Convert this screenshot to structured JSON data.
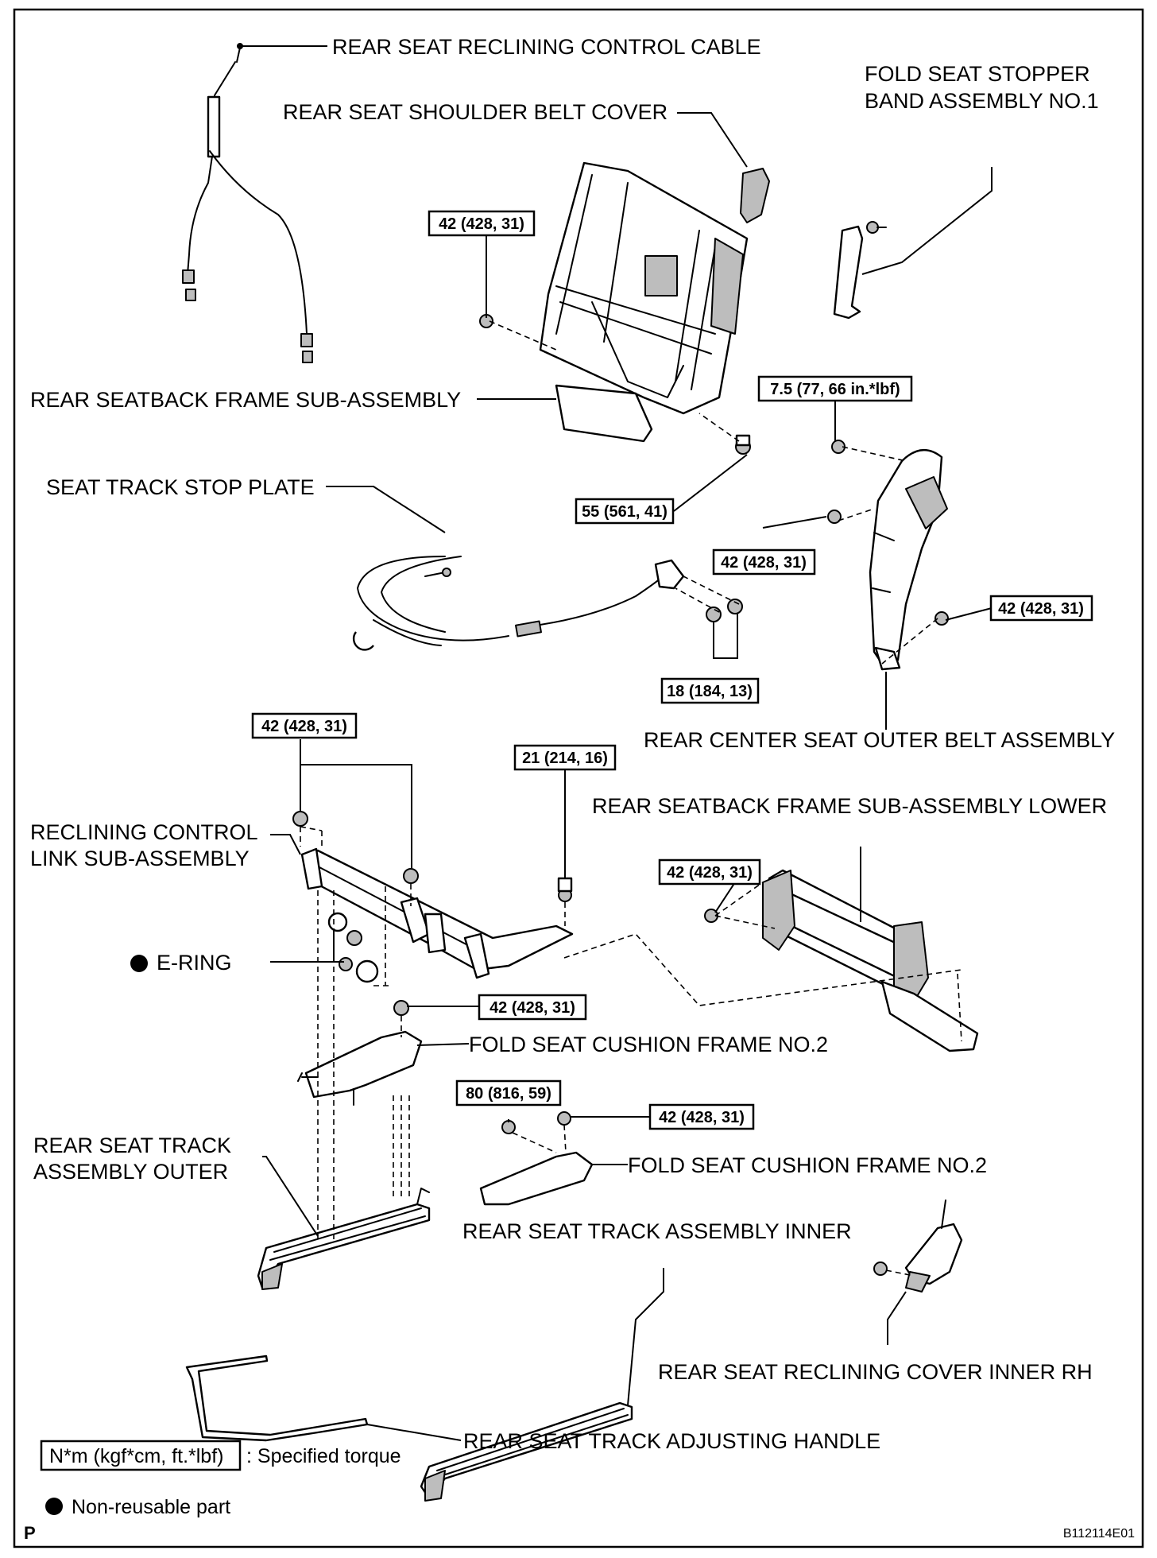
{
  "labels": {
    "rear_seat_reclining_control_cable": "REAR SEAT RECLINING CONTROL CABLE",
    "fold_seat_stopper_band_line1": "FOLD SEAT STOPPER",
    "fold_seat_stopper_band_line2": "BAND ASSEMBLY NO.1",
    "rear_seat_shoulder_belt_cover": "REAR SEAT SHOULDER BELT COVER",
    "rear_seatback_frame_sub_assembly": "REAR SEATBACK FRAME SUB-ASSEMBLY",
    "seat_track_stop_plate": "SEAT TRACK STOP PLATE",
    "rear_center_seat_outer_belt_assembly": "REAR CENTER SEAT OUTER BELT ASSEMBLY",
    "rear_seatback_frame_sub_assembly_lower": "REAR SEATBACK FRAME SUB-ASSEMBLY LOWER",
    "reclining_control_link_line1": "RECLINING CONTROL",
    "reclining_control_link_line2": "LINK SUB-ASSEMBLY",
    "e_ring": "E-RING",
    "fold_seat_cushion_frame_no2_upper": "FOLD SEAT CUSHION FRAME NO.2",
    "fold_seat_cushion_frame_no2_lower": "FOLD SEAT CUSHION FRAME NO.2",
    "rear_seat_track_outer_line1": "REAR SEAT TRACK",
    "rear_seat_track_outer_line2": "ASSEMBLY OUTER",
    "rear_seat_track_assembly_inner": "REAR SEAT TRACK ASSEMBLY INNER",
    "rear_seat_reclining_cover_inner_rh": "REAR SEAT RECLINING COVER INNER RH",
    "rear_seat_track_adjusting_handle": "REAR SEAT TRACK ADJUSTING HANDLE"
  },
  "torques": {
    "t1": "42 (428, 31)",
    "t2": "7.5 (77, 66 in.*lbf)",
    "t3": "55 (561, 41)",
    "t4": "42 (428, 31)",
    "t5": "42 (428, 31)",
    "t6": "18 (184, 13)",
    "t7": "42 (428, 31)",
    "t8": "21 (214, 16)",
    "t9": "42 (428, 31)",
    "t10": "42 (428, 31)",
    "t11": "80 (816, 59)",
    "t12": "42 (428, 31)"
  },
  "legend": {
    "torque_box": "N*m (kgf*cm, ft.*lbf)",
    "torque_desc": ": Specified torque",
    "nonreusable_desc": "Non-reusable part"
  },
  "footer": {
    "corner_letter": "P",
    "figure_code": "B112114E01"
  }
}
